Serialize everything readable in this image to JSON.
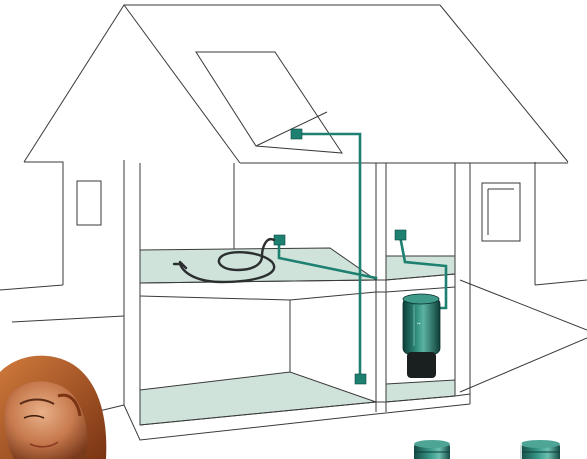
{
  "illustration": {
    "subject": "central-vacuum-system-house-cutaway",
    "colors": {
      "pipe": "#1d8070",
      "inlet": "#1d8070",
      "floor": "#cfe3da",
      "outline": "#3a3a3a",
      "hose": "#2c2f30",
      "background": "#ffffff"
    },
    "icons": [
      "house-outline",
      "vacuum-pipe",
      "wall-inlet-icon",
      "vacuum-hose",
      "central-vacuum-unit",
      "vacuum-canisters",
      "person-photo"
    ]
  }
}
